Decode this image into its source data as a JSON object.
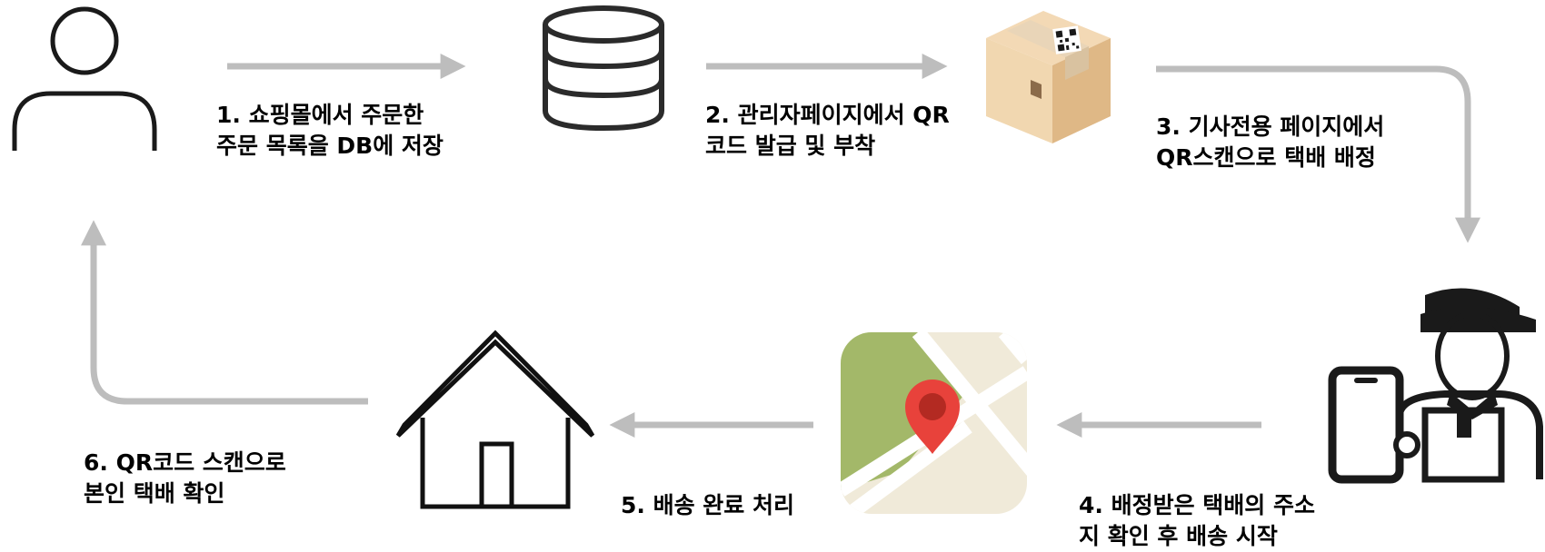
{
  "steps": [
    {
      "line1": "1. 쇼핑몰에서 주문한",
      "line2": "주문 목록을 DB에 저장"
    },
    {
      "line1": "2. 관리자페이지에서 QR",
      "line2": "코드 발급 및 부착"
    },
    {
      "line1": "3. 기사전용 페이지에서",
      "line2": "QR스캔으로 택배 배정"
    },
    {
      "line1": "4. 배정받은 택배의 주소",
      "line2": "지 확인 후 배송 시작"
    },
    {
      "line1": "5. 배송 완료 처리",
      "line2": ""
    },
    {
      "line1": "6. QR코드 스캔으로",
      "line2": "본인 택배 확인"
    }
  ],
  "icons": [
    "user-icon",
    "database-icon",
    "package-icon",
    "courier-icon",
    "map-icon",
    "house-icon"
  ],
  "colors": {
    "arrow": "#bdbdbd",
    "map_green": "#a3b869",
    "map_bg": "#f0ead9",
    "pin": "#e8423b",
    "box": "#e9c89c"
  }
}
